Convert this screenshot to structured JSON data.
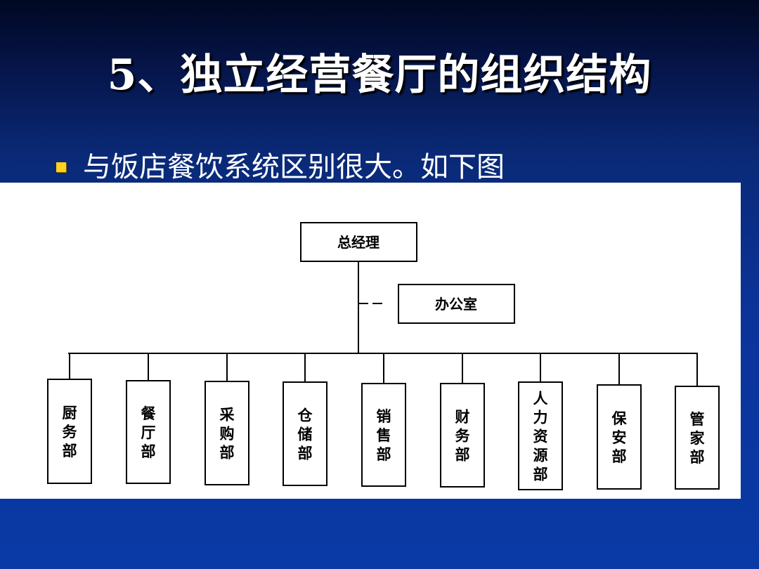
{
  "slide": {
    "title": "5、独立经营餐厅的组织结构",
    "bullet": "与饭店餐饮系统区别很大。如下图"
  },
  "org_chart": {
    "top": "总经理",
    "staff": "办公室",
    "departments": [
      "厨务部",
      "餐厅部",
      "采购部",
      "仓储部",
      "销售部",
      "财务部",
      "人力资源部",
      "保安部",
      "管家部"
    ]
  },
  "colors": {
    "background": "#0a2a78",
    "title_text": "#ffffff",
    "bullet": "#ffd21c",
    "panel": "#ffffff",
    "line": "#000000"
  }
}
